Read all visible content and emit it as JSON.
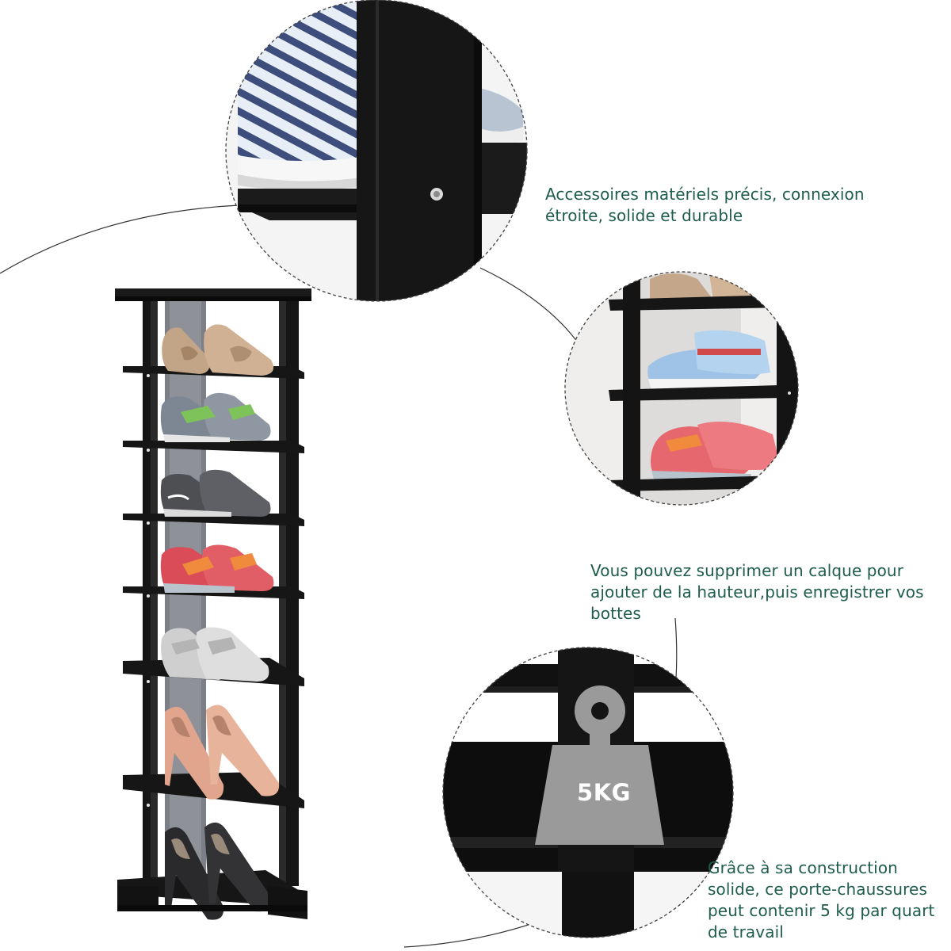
{
  "captions": {
    "hardware": "Accessoires matériels précis, connexion étroite, solide et durable",
    "adjustable": "Vous pouvez supprimer un calque pour ajouter de la hauteur,puis enregistrer vos bottes",
    "capacity": "Grâce à sa construction solide, ce porte-chaussures peut contenir 5 kg par quart de travail"
  },
  "weight_badge": {
    "label": "5KG"
  },
  "colors": {
    "caption_text": "#1e5c4e",
    "rack": "#121212",
    "weight_icon": "#9a9a9a",
    "dashed_outline": "#444444"
  },
  "icons": [
    "weight-icon"
  ]
}
